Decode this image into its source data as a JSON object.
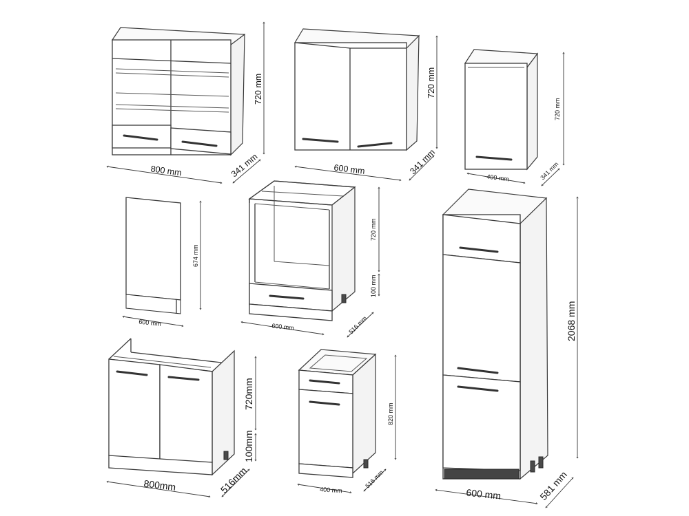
{
  "dimensions": {
    "glass_width": "800 mm",
    "glass_height": "720 mm",
    "glass_depth": "341 mm",
    "wall600_width": "600 mm",
    "wall600_height": "720 mm",
    "wall600_depth": "341 mm",
    "wall400_width": "400 mm",
    "wall400_height": "720 mm",
    "wall400_depth": "341 mm",
    "panel_width": "600 mm",
    "panel_height": "674 mm",
    "oven_width": "600 mm",
    "oven_height": "720 mm",
    "oven_plinth": "100 mm",
    "oven_depth": "516 mm",
    "tall_width": "600 mm",
    "tall_height": "2068 mm",
    "tall_depth": "581 mm",
    "sink_width": "800mm",
    "sink_height": "720mm",
    "sink_plinth": "100mm",
    "sink_depth": "516mm",
    "drawer_width": "400 mm",
    "drawer_height": "820 mm",
    "drawer_depth": "516 mm"
  }
}
